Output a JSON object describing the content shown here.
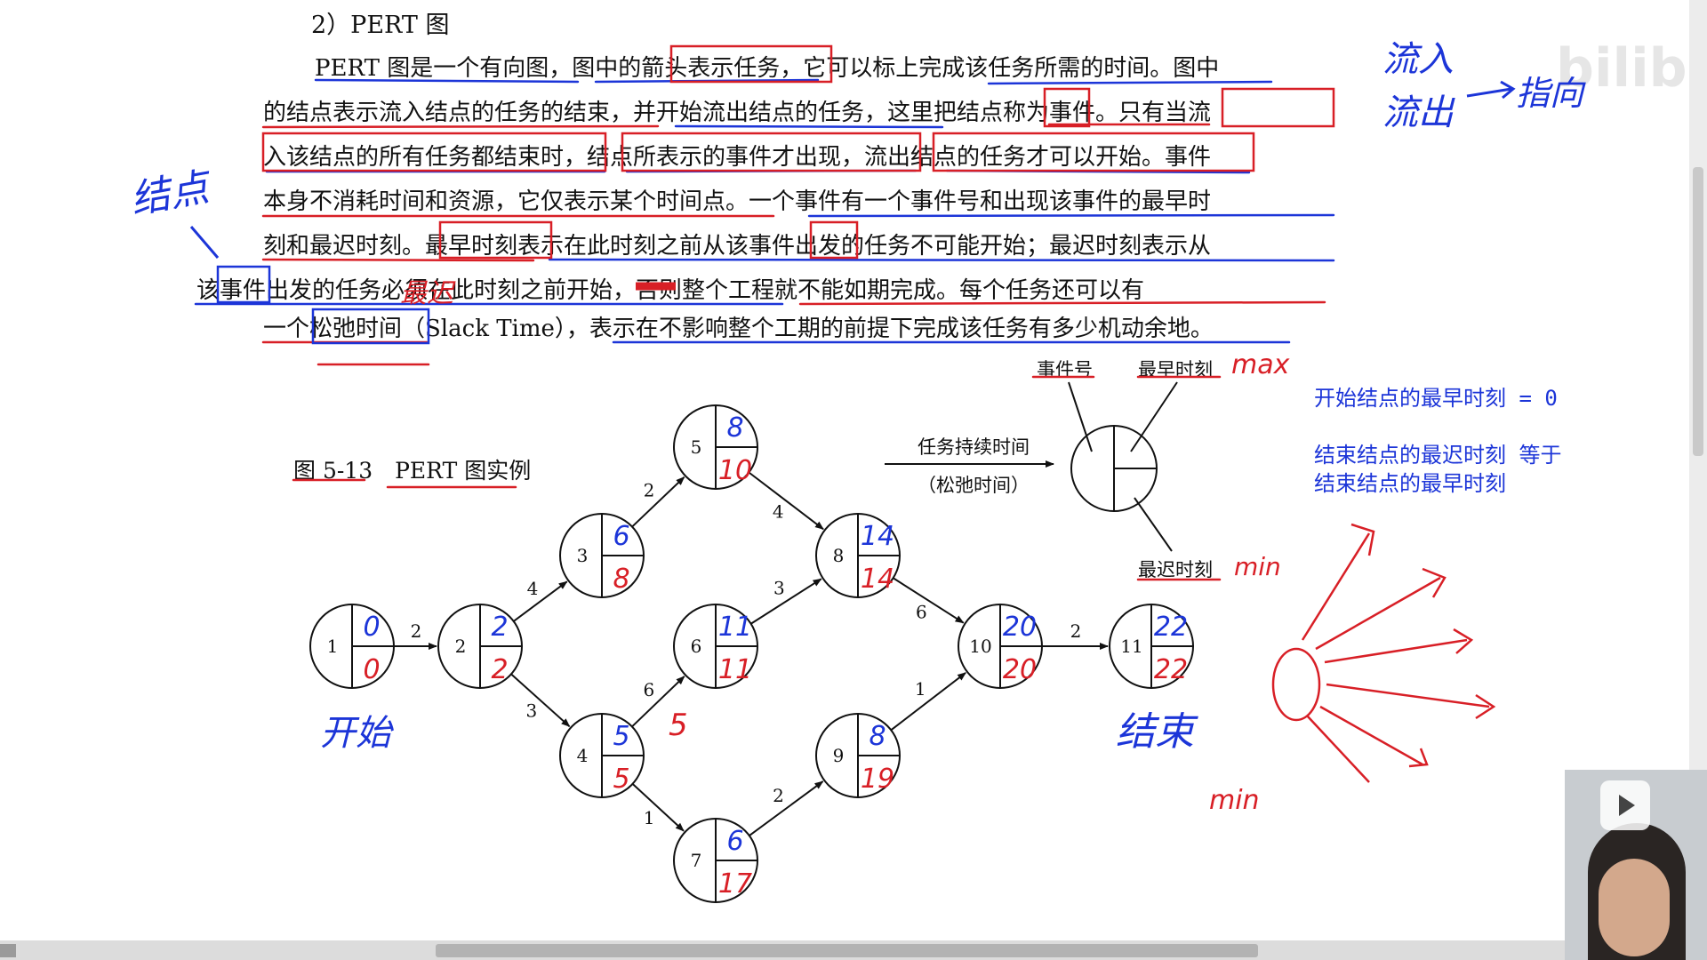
{
  "section_heading": "2）PERT 图",
  "paragraph_lines": [
    "PERT 图是一个有向图，图中的箭头表示任务，它可以标上完成该任务所需的时间。图中",
    "的结点表示流入结点的任务的结束，并开始流出结点的任务，这里把结点称为事件。只有当流",
    "入该结点的所有任务都结束时，结点所表示的事件才出现，流出结点的任务才可以开始。事件",
    "本身不消耗时间和资源，它仅表示某个时间点。一个事件有一个事件号和出现该事件的最早时",
    "刻和最迟时刻。最早时刻表示在此时刻之前从该事件出发的任务不可能开始；最迟时刻表示从",
    "该事件出发的任务必须在此时刻之前开始，否则整个工程就不能如期完成。每个任务还可以有",
    "一个松弛时间（Slack Time），表示在不影响整个工期的前提下完成该任务有多少机动余地。"
  ],
  "figure_caption": "图 5-13　PERT 图实例",
  "legend": {
    "task_duration": "任务持续时间",
    "slack_time": "（松弛时间）",
    "event_number": "事件号",
    "earliest_time": "最早时刻",
    "latest_time": "最迟时刻"
  },
  "annotations": {
    "max": "max",
    "min": "min",
    "min2": "min",
    "start": "开始",
    "end": "结束",
    "side_note": "结点",
    "inflow": "流入",
    "outflow": "流出",
    "points_to": "指向",
    "latest_inline": "最迟",
    "five": "5"
  },
  "notes": {
    "rule1": "开始结点的最早时刻 = 0",
    "rule2a": "结束结点的最迟时刻 等于",
    "rule2b": "结束结点的最早时刻"
  },
  "watermark": "bilibili",
  "colors": {
    "ink_red": "#d81f26",
    "ink_blue": "#1c35d8",
    "text": "#111111"
  },
  "chart_data": {
    "type": "pert",
    "nodes": [
      {
        "id": "1",
        "earliest": "0",
        "latest": "0"
      },
      {
        "id": "2",
        "earliest": "2",
        "latest": "2"
      },
      {
        "id": "3",
        "earliest": "6",
        "latest": "8"
      },
      {
        "id": "4",
        "earliest": "5",
        "latest": "5"
      },
      {
        "id": "5",
        "earliest": "8",
        "latest": "10"
      },
      {
        "id": "6",
        "earliest": "11",
        "latest": "11"
      },
      {
        "id": "7",
        "earliest": "6",
        "latest": "17"
      },
      {
        "id": "8",
        "earliest": "14",
        "latest": "14"
      },
      {
        "id": "9",
        "earliest": "8",
        "latest": "19"
      },
      {
        "id": "10",
        "earliest": "20",
        "latest": "20"
      },
      {
        "id": "11",
        "earliest": "22",
        "latest": "22"
      }
    ],
    "edges": [
      {
        "from": "1",
        "to": "2",
        "duration": "2"
      },
      {
        "from": "2",
        "to": "3",
        "duration": "4"
      },
      {
        "from": "2",
        "to": "4",
        "duration": "3"
      },
      {
        "from": "3",
        "to": "5",
        "duration": "2"
      },
      {
        "from": "5",
        "to": "8",
        "duration": "4"
      },
      {
        "from": "4",
        "to": "6",
        "duration": "6"
      },
      {
        "from": "6",
        "to": "8",
        "duration": "3"
      },
      {
        "from": "4",
        "to": "7",
        "duration": "1"
      },
      {
        "from": "7",
        "to": "9",
        "duration": "2"
      },
      {
        "from": "8",
        "to": "10",
        "duration": "6"
      },
      {
        "from": "9",
        "to": "10",
        "duration": "1"
      },
      {
        "from": "10",
        "to": "11",
        "duration": "2"
      }
    ]
  }
}
